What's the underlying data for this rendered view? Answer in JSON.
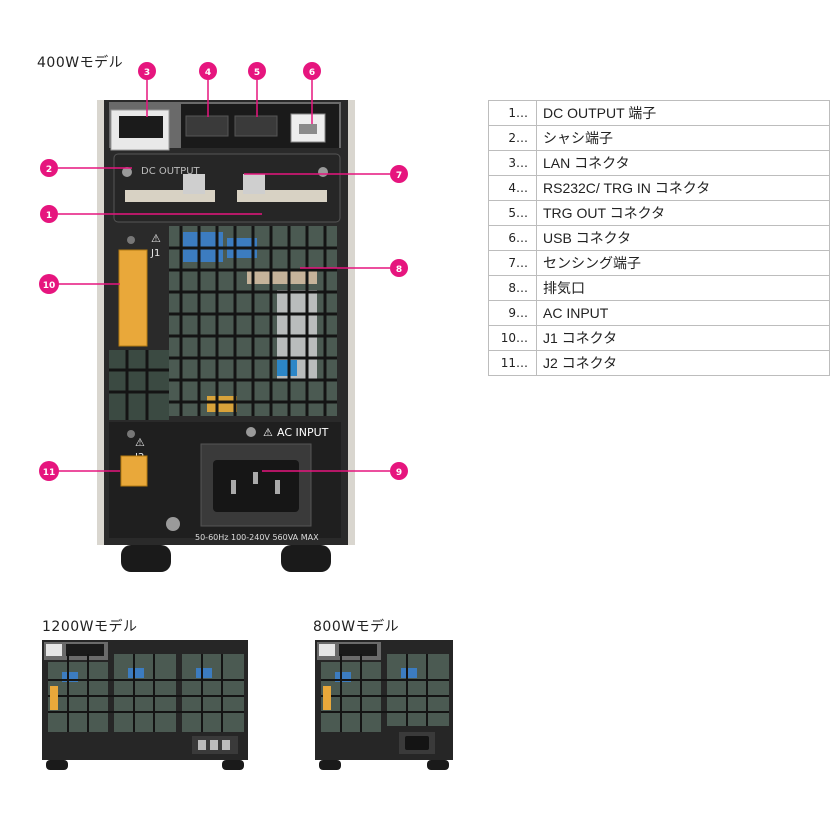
{
  "models": {
    "m400": "400Wモデル",
    "m1200": "1200Wモデル",
    "m800": "800Wモデル"
  },
  "panel_markings": {
    "dc_output": "DC OUTPUT",
    "ac_input": "AC INPUT",
    "rating": "50-60Hz 100-240V 560VA MAX",
    "j1": "J1",
    "j2": "J2"
  },
  "callout_color": "#e6157e",
  "callouts": [
    "1",
    "2",
    "3",
    "4",
    "5",
    "6",
    "7",
    "8",
    "9",
    "10",
    "11"
  ],
  "legend": [
    {
      "num": "1…",
      "desc": "DC OUTPUT 端子"
    },
    {
      "num": "2…",
      "desc": "シャシ端子"
    },
    {
      "num": "3…",
      "desc": "LAN コネクタ"
    },
    {
      "num": "4…",
      "desc": "RS232C/ TRG IN コネクタ"
    },
    {
      "num": "5…",
      "desc": "TRG OUT コネクタ"
    },
    {
      "num": "6…",
      "desc": "USB コネクタ"
    },
    {
      "num": "7…",
      "desc": "センシング端子"
    },
    {
      "num": "8…",
      "desc": "排気口"
    },
    {
      "num": "9…",
      "desc": "AC INPUT"
    },
    {
      "num": "10…",
      "desc": "J1 コネクタ"
    },
    {
      "num": "11…",
      "desc": "J2 コネクタ"
    }
  ]
}
